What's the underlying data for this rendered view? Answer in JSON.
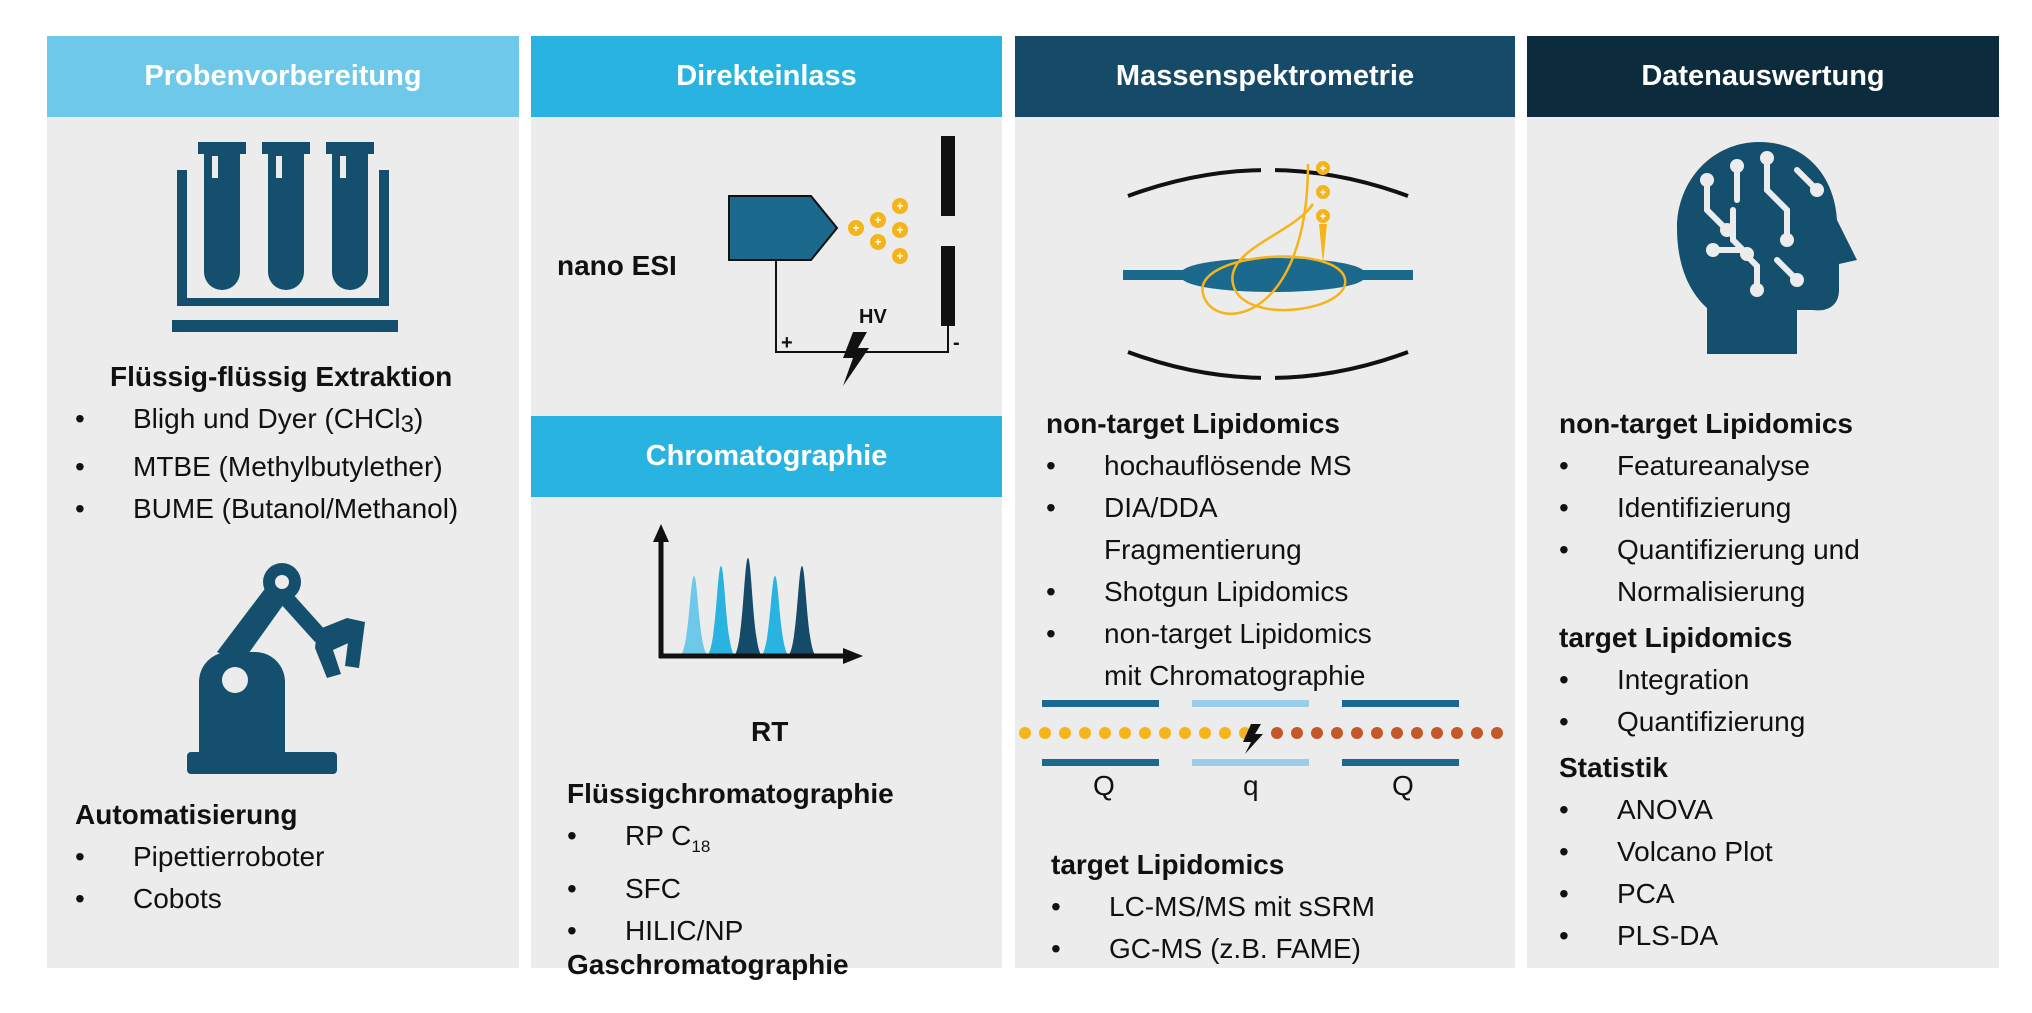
{
  "colors": {
    "header1": "#6dc8e9",
    "header2": "#29b3e0",
    "header3": "#154a69",
    "header4": "#0c2b3d",
    "panel": "#ececec",
    "icon": "#14506d",
    "ion": "#f4b41a"
  },
  "columns": [
    {
      "header": "Probenvorbereitung",
      "sections": [
        {
          "title": "Flüssig-flüssig Extraktion",
          "items": [
            "MTBE (Methylbutylether)",
            "BUME (Butanol/Methanol)"
          ]
        },
        {
          "title": "Automatisierung",
          "items": [
            "Pipettierroboter",
            "Cobots"
          ]
        }
      ],
      "bligh": {
        "text": "Bligh und Dyer (CHCl",
        "sub": "3",
        "close": ")"
      }
    },
    {
      "header": "Direkteinlass",
      "header2": "Chromatographie",
      "esi_label": "nano ESI",
      "hv": "HV",
      "plus": "+",
      "minus": "-",
      "rt": "RT",
      "sections": [
        {
          "title": "Flüssigchromatographie",
          "items": [
            "SFC",
            "HILIC/NP"
          ]
        },
        {
          "title": "Gaschromatographie",
          "items": []
        }
      ],
      "rp": {
        "text": "RP C",
        "sub": "18"
      }
    },
    {
      "header": "Massenspektrometrie",
      "sections": [
        {
          "title": "non-target Lipidomics",
          "items": [
            "hochauflösende MS",
            "DIA/DDA Fragmentierung",
            "Shotgun Lipidomics",
            "non-target Lipidomics mit Chromatographie"
          ]
        },
        {
          "title": "target Lipidomics",
          "items": [
            "LC-MS/MS mit sSRM",
            "GC-MS (z.B. FAME)"
          ]
        }
      ],
      "quad_labels": [
        "Q",
        "q",
        "Q"
      ]
    },
    {
      "header": "Datenauswertung",
      "sections": [
        {
          "title": "non-target Lipidomics",
          "items": [
            "Featureanalyse",
            "Identifizierung",
            "Quantifizierung und Normalisierung"
          ]
        },
        {
          "title": "target Lipidomics",
          "items": [
            "Integration",
            "Quantifizierung"
          ]
        },
        {
          "title": "Statistik",
          "items": [
            "ANOVA",
            "Volcano Plot",
            "PCA",
            "PLS-DA"
          ]
        }
      ]
    }
  ]
}
